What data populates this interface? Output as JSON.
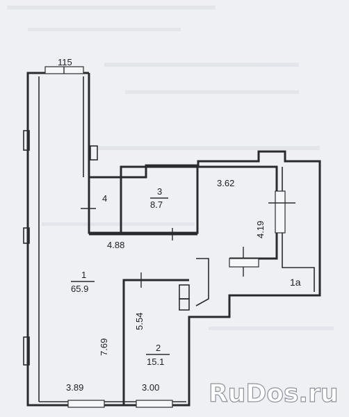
{
  "header": {
    "dimension_top": "115"
  },
  "rooms": {
    "r1": {
      "number": "1",
      "area": "65.9"
    },
    "r2": {
      "number": "2",
      "area": "15.1"
    },
    "r3": {
      "number": "3",
      "area": "8.7"
    },
    "r4": {
      "number": "4"
    },
    "r1a": {
      "number": "1a"
    }
  },
  "dimensions": {
    "d_3_62": "3.62",
    "d_4_19": "4.19",
    "d_4_88": "4.88",
    "d_5_54": "5.54",
    "d_7_69": "7.69",
    "d_3_89": "3.89",
    "d_3_00": "3.00"
  },
  "watermark": {
    "text": "RuDos.ru"
  }
}
